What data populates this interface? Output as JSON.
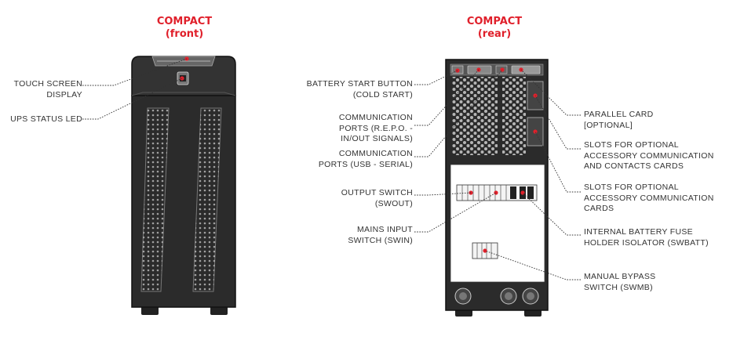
{
  "colors": {
    "accent": "#e0202b",
    "line": "#333333",
    "body": "#2b2b2b"
  },
  "front": {
    "title_line1": "COMPACT",
    "title_line2": "(front)",
    "labels": {
      "touch_screen": [
        "TOUCH SCREEN",
        "DISPLAY"
      ],
      "status_led": [
        "UPS STATUS LED"
      ]
    }
  },
  "rear": {
    "title_line1": "COMPACT",
    "title_line2": "(rear)",
    "left_labels": {
      "battery_start": [
        "BATTERY START BUTTON",
        "(COLD START)"
      ],
      "comm_repo": [
        "COMMUNICATION",
        "PORTS (R.E.P.O. -",
        "IN/OUT SIGNALS)"
      ],
      "comm_usb": [
        "COMMUNICATION",
        "PORTS (USB - SERIAL)"
      ],
      "output_switch": [
        "OUTPUT SWITCH",
        "(SWOUT)"
      ],
      "mains_input": [
        "MAINS INPUT",
        "SWITCH (SWIN)"
      ]
    },
    "right_labels": {
      "parallel_card": [
        "PARALLEL CARD",
        "[OPTIONAL]"
      ],
      "slots_contacts": [
        "SLOTS FOR OPTIONAL",
        "ACCESSORY COMMUNICATION",
        "AND CONTACTS CARDS"
      ],
      "slots_comm": [
        "SLOTS FOR OPTIONAL",
        "ACCESSORY COMMUNICATION",
        "CARDS"
      ],
      "battery_fuse": [
        "INTERNAL BATTERY FUSE",
        "HOLDER ISOLATOR (SWBATT)"
      ],
      "manual_bypass": [
        "MANUAL BYPASS",
        "SWITCH (SWMB)"
      ]
    }
  }
}
